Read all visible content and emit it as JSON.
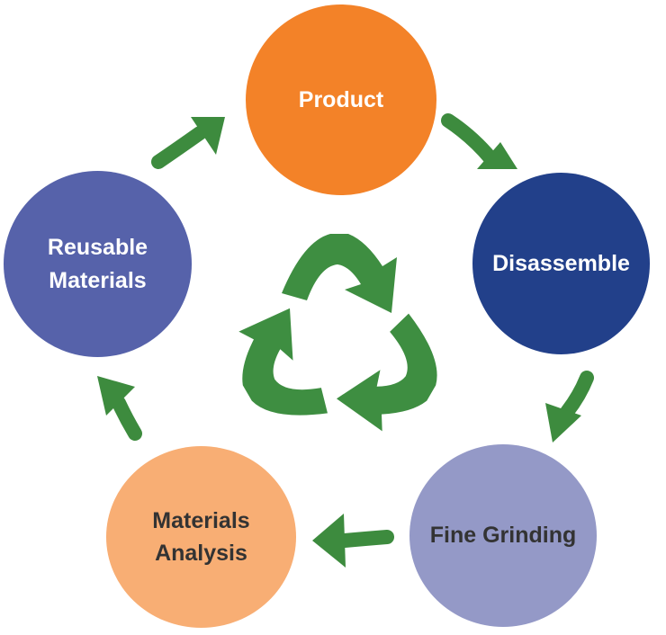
{
  "nodes": [
    {
      "id": "product",
      "label": "Product",
      "fill": "#F38228",
      "text_color": "#FFFFFF"
    },
    {
      "id": "disassemble",
      "label": "Disassemble",
      "fill": "#22408A",
      "text_color": "#FFFFFF"
    },
    {
      "id": "fine_grinding",
      "label": "Fine Grinding",
      "fill": "#9499C7",
      "text_color": "#333333"
    },
    {
      "id": "materials_analysis",
      "label": "Materials\nAnalysis",
      "fill": "#F8AE74",
      "text_color": "#333333"
    },
    {
      "id": "reusable_materials",
      "label": "Reusable\nMaterials",
      "fill": "#5662AA",
      "text_color": "#FFFFFF"
    }
  ],
  "arrows": [
    {
      "from": "product",
      "to": "disassemble"
    },
    {
      "from": "disassemble",
      "to": "fine_grinding"
    },
    {
      "from": "fine_grinding",
      "to": "materials_analysis"
    },
    {
      "from": "materials_analysis",
      "to": "reusable_materials"
    },
    {
      "from": "reusable_materials",
      "to": "product"
    }
  ],
  "center_icon": "recycle-icon",
  "colors": {
    "arrow": "#3D8B3E",
    "recycle": "#3E8E41"
  }
}
